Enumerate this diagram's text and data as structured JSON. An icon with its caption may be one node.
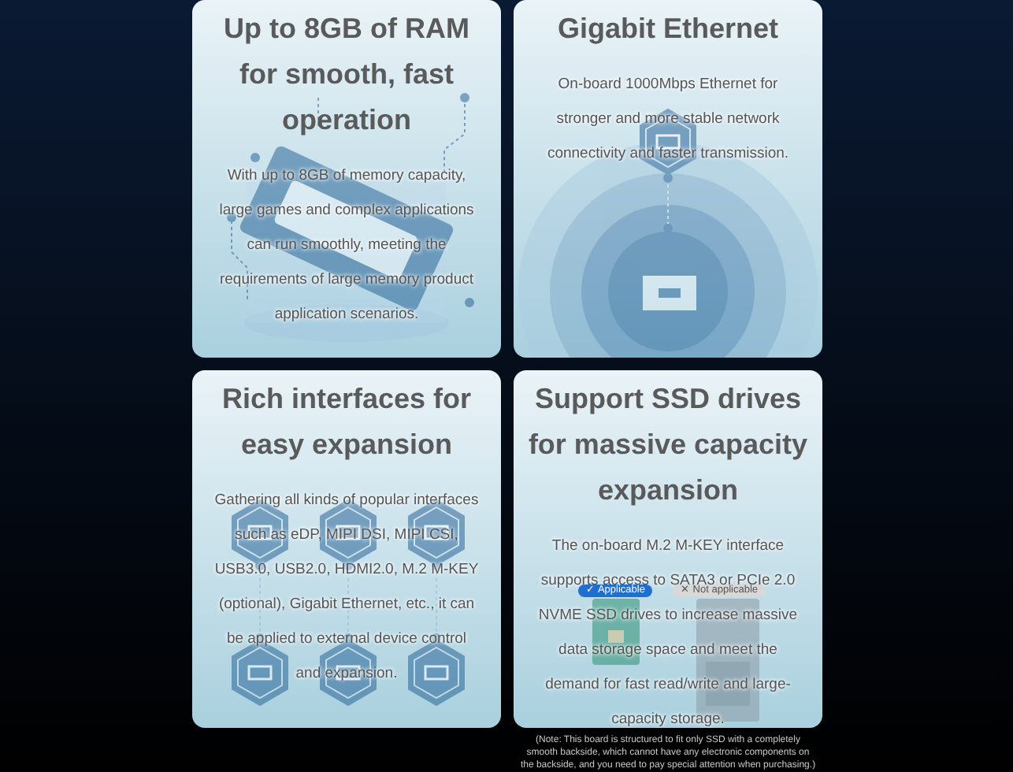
{
  "diagram": {
    "nodes": [
      {
        "text": [
          "Up to 8GB of RAM for smooth, fast operation",
          "With up to 8GB of memory capacity, large games and complex applications can run smoothly, meeting the requirements of large memory product application scenarios."
        ]
      },
      {
        "text": [
          "Gigabit Ethernet",
          "On-board 1000Mbps Ethernet for stronger and more stable network connectivity and faster transmission."
        ]
      },
      {
        "text": [
          "Rich interfaces for easy expansion",
          "Gathering all kinds of popular interfaces such as eDP, MIPI DSI, MIPI CSI, USB3.0, USB2.0, HDMI2.0, M.2 M-KEY (optional), Gigabit Ethernet, etc., it can be applied to external device control and expansion."
        ]
      },
      {
        "text": [
          "Support SSD drives for massive capacity expansion",
          "The on-board M.2 M-KEY interface supports access to SATA3 or PCIe 2.0 NVME SSD drives to increase massive data storage space and meet the demand for fast read/write and large-capacity storage."
        ]
      }
    ],
    "labels": [
      "✓ Applicable",
      "✕ Not applicable",
      "(Note: This board is structured to fit only SSD with a completely smooth backside, which cannot have any electronic components on the backside, and you need to pay special attention when purchasing.)"
    ]
  }
}
